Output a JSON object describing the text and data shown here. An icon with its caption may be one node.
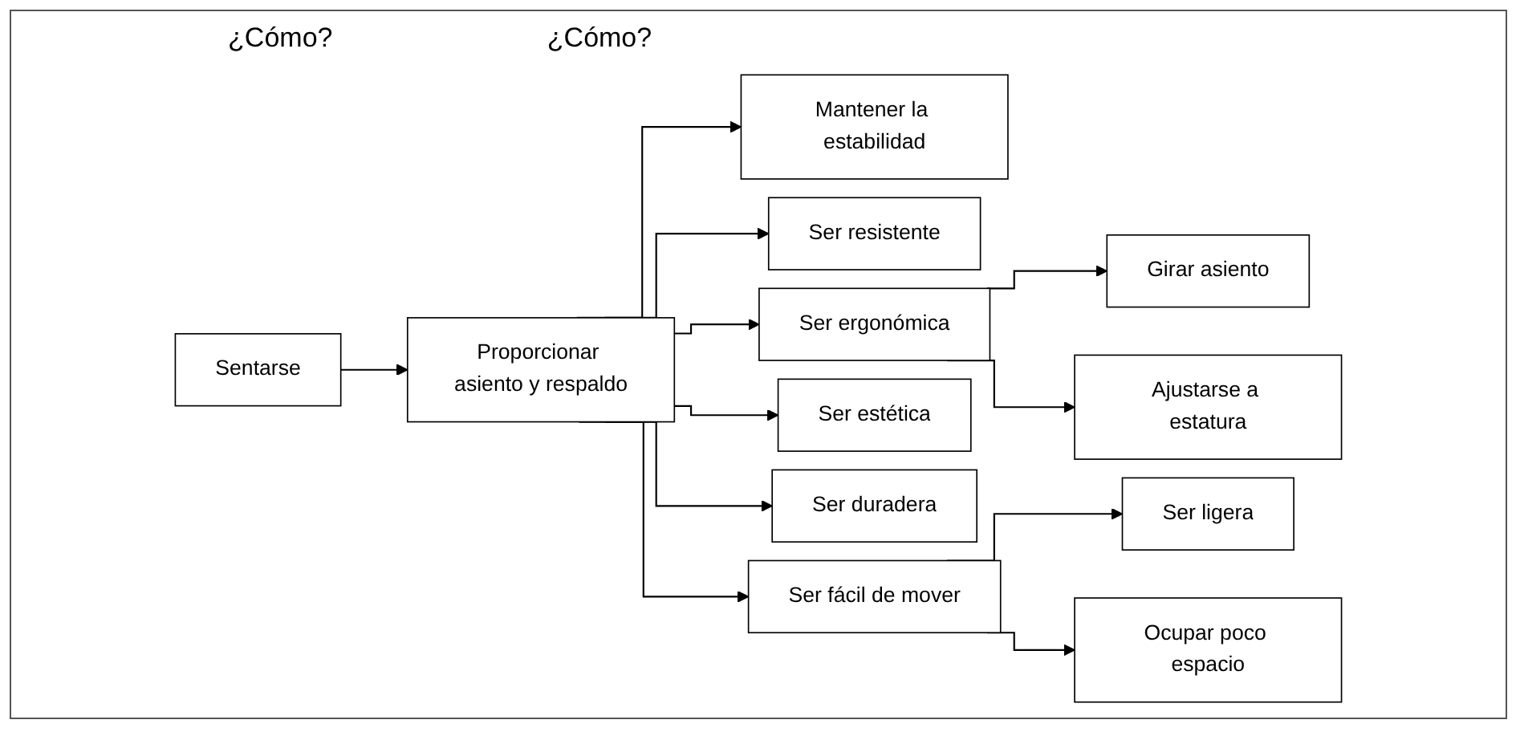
{
  "diagram": {
    "nodes": [
      {
        "text": [
          "Sentarse"
        ]
      },
      {
        "text": [
          "Proporcionar asiento y respaldo"
        ]
      },
      {
        "text": [
          "Mantener la estabilidad"
        ]
      },
      {
        "text": [
          "Ser resistente"
        ]
      },
      {
        "text": [
          "Ser ergonómica"
        ]
      },
      {
        "text": [
          "Girar asiento"
        ]
      },
      {
        "text": [
          "Ajustarse a estatura"
        ]
      },
      {
        "text": [
          "Ser estética"
        ]
      },
      {
        "text": [
          "Ser duradera"
        ]
      },
      {
        "text": [
          "Ser fácil de mover"
        ]
      },
      {
        "text": [
          "Ser ligera"
        ]
      },
      {
        "text": [
          "Ocupar poco espacio"
        ]
      }
    ],
    "edges": [
      {
        "from": 0,
        "to": 1,
        "arrow": "to"
      },
      {
        "from": 1,
        "to": 2,
        "arrow": "to"
      },
      {
        "from": 1,
        "to": 3,
        "arrow": "to"
      },
      {
        "from": 1,
        "to": 4,
        "arrow": "to"
      },
      {
        "from": 1,
        "to": 7,
        "arrow": "to"
      },
      {
        "from": 1,
        "to": 8,
        "arrow": "to"
      },
      {
        "from": 1,
        "to": 9,
        "arrow": "to"
      },
      {
        "from": 4,
        "to": 5,
        "arrow": "to"
      },
      {
        "from": 4,
        "to": 6,
        "arrow": "to"
      },
      {
        "from": 9,
        "to": 10,
        "arrow": "to"
      },
      {
        "from": 9,
        "to": 11,
        "arrow": "to"
      }
    ],
    "labels": [
      "¿Cómo?",
      "¿Cómo?"
    ]
  }
}
